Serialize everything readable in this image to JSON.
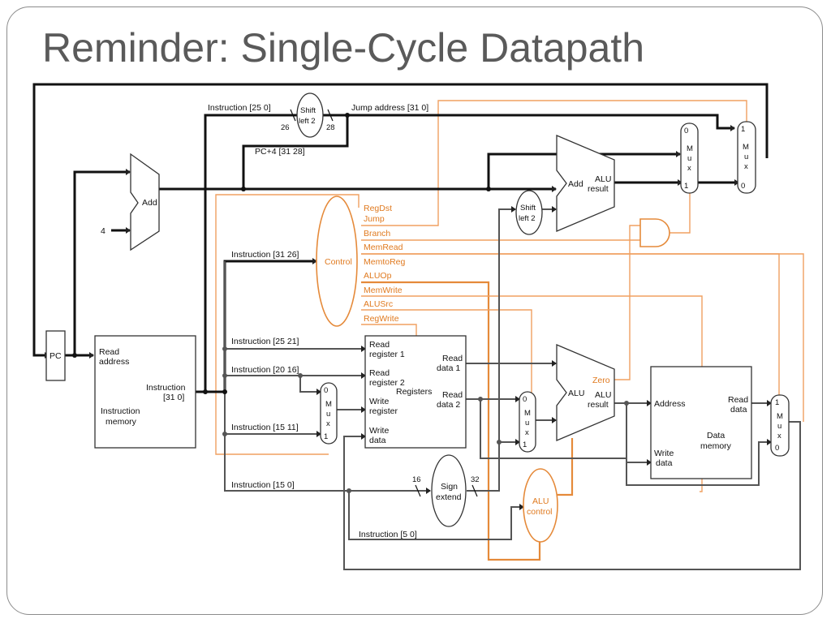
{
  "slide": {
    "title": "Reminder: Single-Cycle Datapath"
  },
  "components": {
    "pc": "PC",
    "adder_pc": "Add",
    "constant_four": "4",
    "instruction_memory": {
      "read_address_1": "Read",
      "read_address_2": "address",
      "instruction_1": "Instruction",
      "instruction_2": "[31   0]",
      "name_1": "Instruction",
      "name_2": "memory"
    },
    "shift_left_2_top": {
      "line1": "Shift",
      "line2": "left 2"
    },
    "shift_left_2_mid": {
      "line1": "Shift",
      "line2": "left 2"
    },
    "branch_adder": {
      "add": "Add",
      "alu": "ALU",
      "result": "result"
    },
    "control": "Control",
    "registers": {
      "read_reg1_a": "Read",
      "read_reg1_b": "register 1",
      "read_reg2_a": "Read",
      "read_reg2_b": "register 2",
      "write_reg_a": "Write",
      "write_reg_b": "register",
      "write_data_a": "Write",
      "write_data_b": "data",
      "read_data1_a": "Read",
      "read_data1_b": "data 1",
      "read_data2_a": "Read",
      "read_data2_b": "data 2",
      "name": "Registers"
    },
    "alu": {
      "name": "ALU",
      "zero": "Zero",
      "result_a": "ALU",
      "result_b": "result"
    },
    "alu_control": {
      "line1": "ALU",
      "line2": "control"
    },
    "sign_extend": {
      "line1": "Sign",
      "line2": "extend",
      "in_width": "16",
      "out_width": "32"
    },
    "data_memory": {
      "address": "Address",
      "write_data_a": "Write",
      "write_data_b": "data",
      "read_data_a": "Read",
      "read_data_b": "data",
      "name_1": "Data",
      "name_2": "memory"
    },
    "mux_letters": [
      "M",
      "u",
      "x"
    ],
    "mux_branch": {
      "top": "0",
      "bottom": "1"
    },
    "mux_jump": {
      "top": "1",
      "bottom": "0"
    },
    "mux_regdst": {
      "top": "0",
      "bottom": "1"
    },
    "mux_alusrc": {
      "top": "0",
      "bottom": "1"
    },
    "mux_memtoreg": {
      "top": "1",
      "bottom": "0"
    }
  },
  "control_signals": [
    "RegDst",
    "Jump",
    "Branch",
    "MemRead",
    "MemtoReg",
    "ALUOp",
    "MemWrite",
    "ALUSrc",
    "RegWrite"
  ],
  "wire_labels": {
    "instr_25_0": "Instruction [25   0]",
    "w26": "26",
    "w28": "28",
    "jump_address": "Jump address [31   0]",
    "pc4": "PC+4 [31   28]",
    "instr_31_26": "Instruction [31   26]",
    "instr_25_21": "Instruction [25   21]",
    "instr_20_16": "Instruction [20   16]",
    "instr_15_11": "Instruction [15   11]",
    "instr_15_0": "Instruction [15   0]",
    "instr_5_0": "Instruction [5   0]"
  },
  "colors": {
    "control_path": "#e58a3a",
    "datapath": "#111111",
    "title": "#5a5a5a"
  }
}
